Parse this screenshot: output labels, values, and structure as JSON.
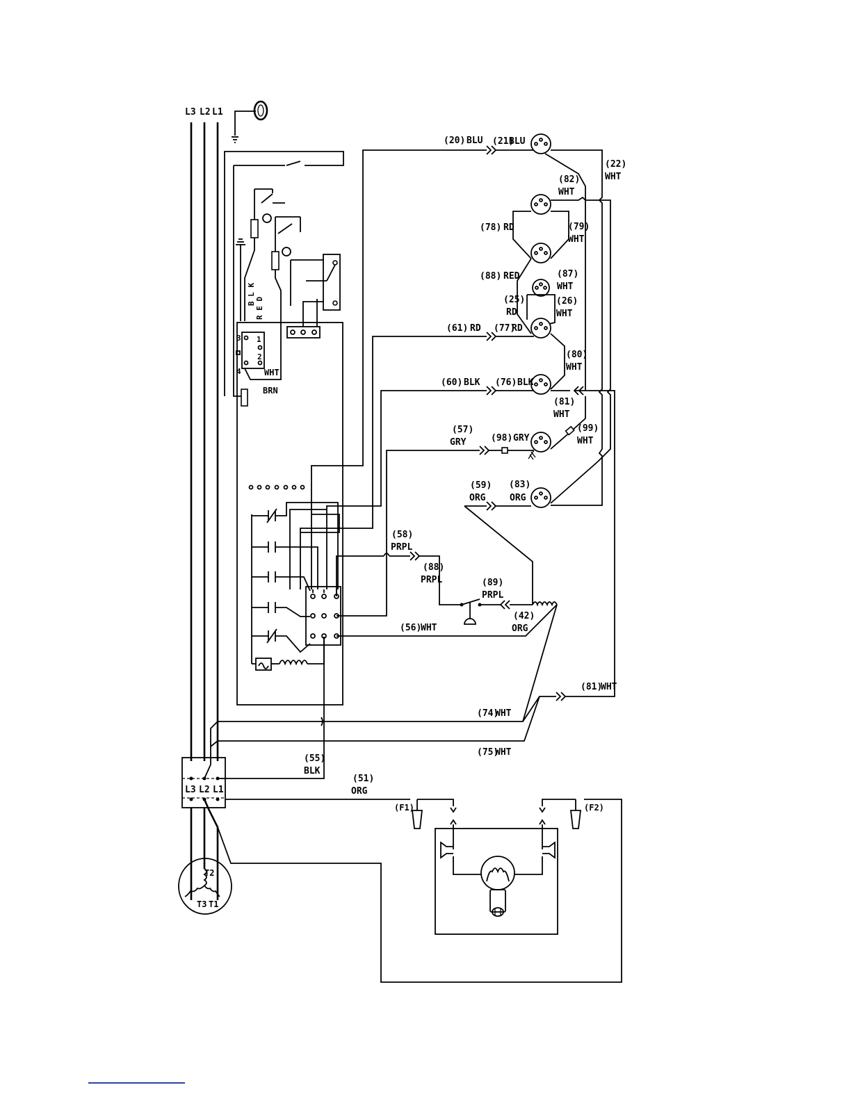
{
  "supply": {
    "terminals": [
      "L3",
      "L2",
      "L1"
    ]
  },
  "control_block": {
    "switch_wires": [
      "B L K",
      "R E D"
    ],
    "timer_contacts": [
      "3",
      "1",
      "2",
      "4"
    ],
    "wire_labels": [
      "WHT",
      "BRN"
    ]
  },
  "wires": [
    {
      "n": "(20)",
      "c": "BLU"
    },
    {
      "n": "(21)",
      "c": "BLU"
    },
    {
      "n": "(22)",
      "c": "WHT"
    },
    {
      "n": "(82)",
      "c": "WHT"
    },
    {
      "n": "(78)",
      "c": "RD"
    },
    {
      "n": "(79)",
      "c": "WHT"
    },
    {
      "n": "(88)",
      "c": "RED"
    },
    {
      "n": "(87)",
      "c": "WHT"
    },
    {
      "n": "(25)",
      "c": "RD"
    },
    {
      "n": "(26)",
      "c": "WHT"
    },
    {
      "n": "(61)",
      "c": "RD"
    },
    {
      "n": "(77)",
      "c": "RD"
    },
    {
      "n": "(80)",
      "c": "WHT"
    },
    {
      "n": "(60)",
      "c": "BLK"
    },
    {
      "n": "(76)",
      "c": "BLK"
    },
    {
      "n": "(81)",
      "c": "WHT"
    },
    {
      "n": "(57)",
      "c": "GRY"
    },
    {
      "n": "(98)",
      "c": "GRY"
    },
    {
      "n": "(99)",
      "c": "WHT"
    },
    {
      "n": "(59)",
      "c": "ORG"
    },
    {
      "n": "(83)",
      "c": "ORG"
    },
    {
      "n": "(58)",
      "c": "PRPL"
    },
    {
      "n": "(88)",
      "c": "PRPL"
    },
    {
      "n": "(89)",
      "c": "PRPL"
    },
    {
      "n": "(42)",
      "c": "ORG"
    },
    {
      "n": "(56)",
      "c": "WHT"
    },
    {
      "n": "(81)",
      "c": "WHT"
    },
    {
      "n": "(74)",
      "c": "WHT"
    },
    {
      "n": "(75)",
      "c": "WHT"
    },
    {
      "n": "(55)",
      "c": "BLK"
    },
    {
      "n": "(51)",
      "c": "ORG"
    }
  ],
  "contactor": {
    "terminals": [
      "L3",
      "L2",
      "L1"
    ]
  },
  "motor": {
    "terminals": [
      "T2",
      "T3",
      "T1"
    ]
  },
  "fan": {
    "connectors": [
      "(F1)",
      "(F2)"
    ]
  }
}
